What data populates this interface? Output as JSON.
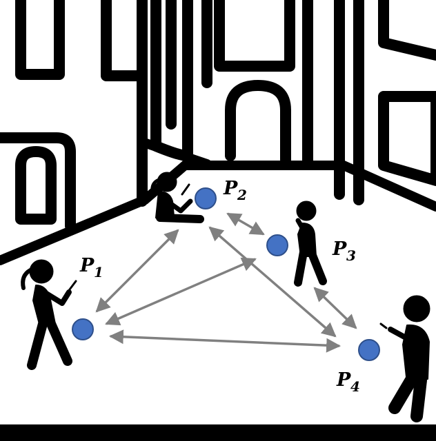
{
  "colors": {
    "ink": "#000000",
    "background": "#ffffff",
    "device": "#4472c4",
    "device_outline": "#2e4f8a",
    "link": "#808080"
  },
  "icons": [
    "person-texting-icon",
    "person-sitting-icon",
    "person-on-phone-icon",
    "person-walking-phone-icon",
    "device-dot-icon",
    "double-arrow-icon"
  ],
  "participants": [
    {
      "id": "p1",
      "letter": "P",
      "sub": "1"
    },
    {
      "id": "p2",
      "letter": "P",
      "sub": "2"
    },
    {
      "id": "p3",
      "letter": "P",
      "sub": "3"
    },
    {
      "id": "p4",
      "letter": "P",
      "sub": "4"
    }
  ],
  "links": [
    [
      "p1",
      "p2"
    ],
    [
      "p1",
      "p3"
    ],
    [
      "p1",
      "p4"
    ],
    [
      "p2",
      "p3"
    ],
    [
      "p2",
      "p4"
    ],
    [
      "p3",
      "p4"
    ]
  ]
}
